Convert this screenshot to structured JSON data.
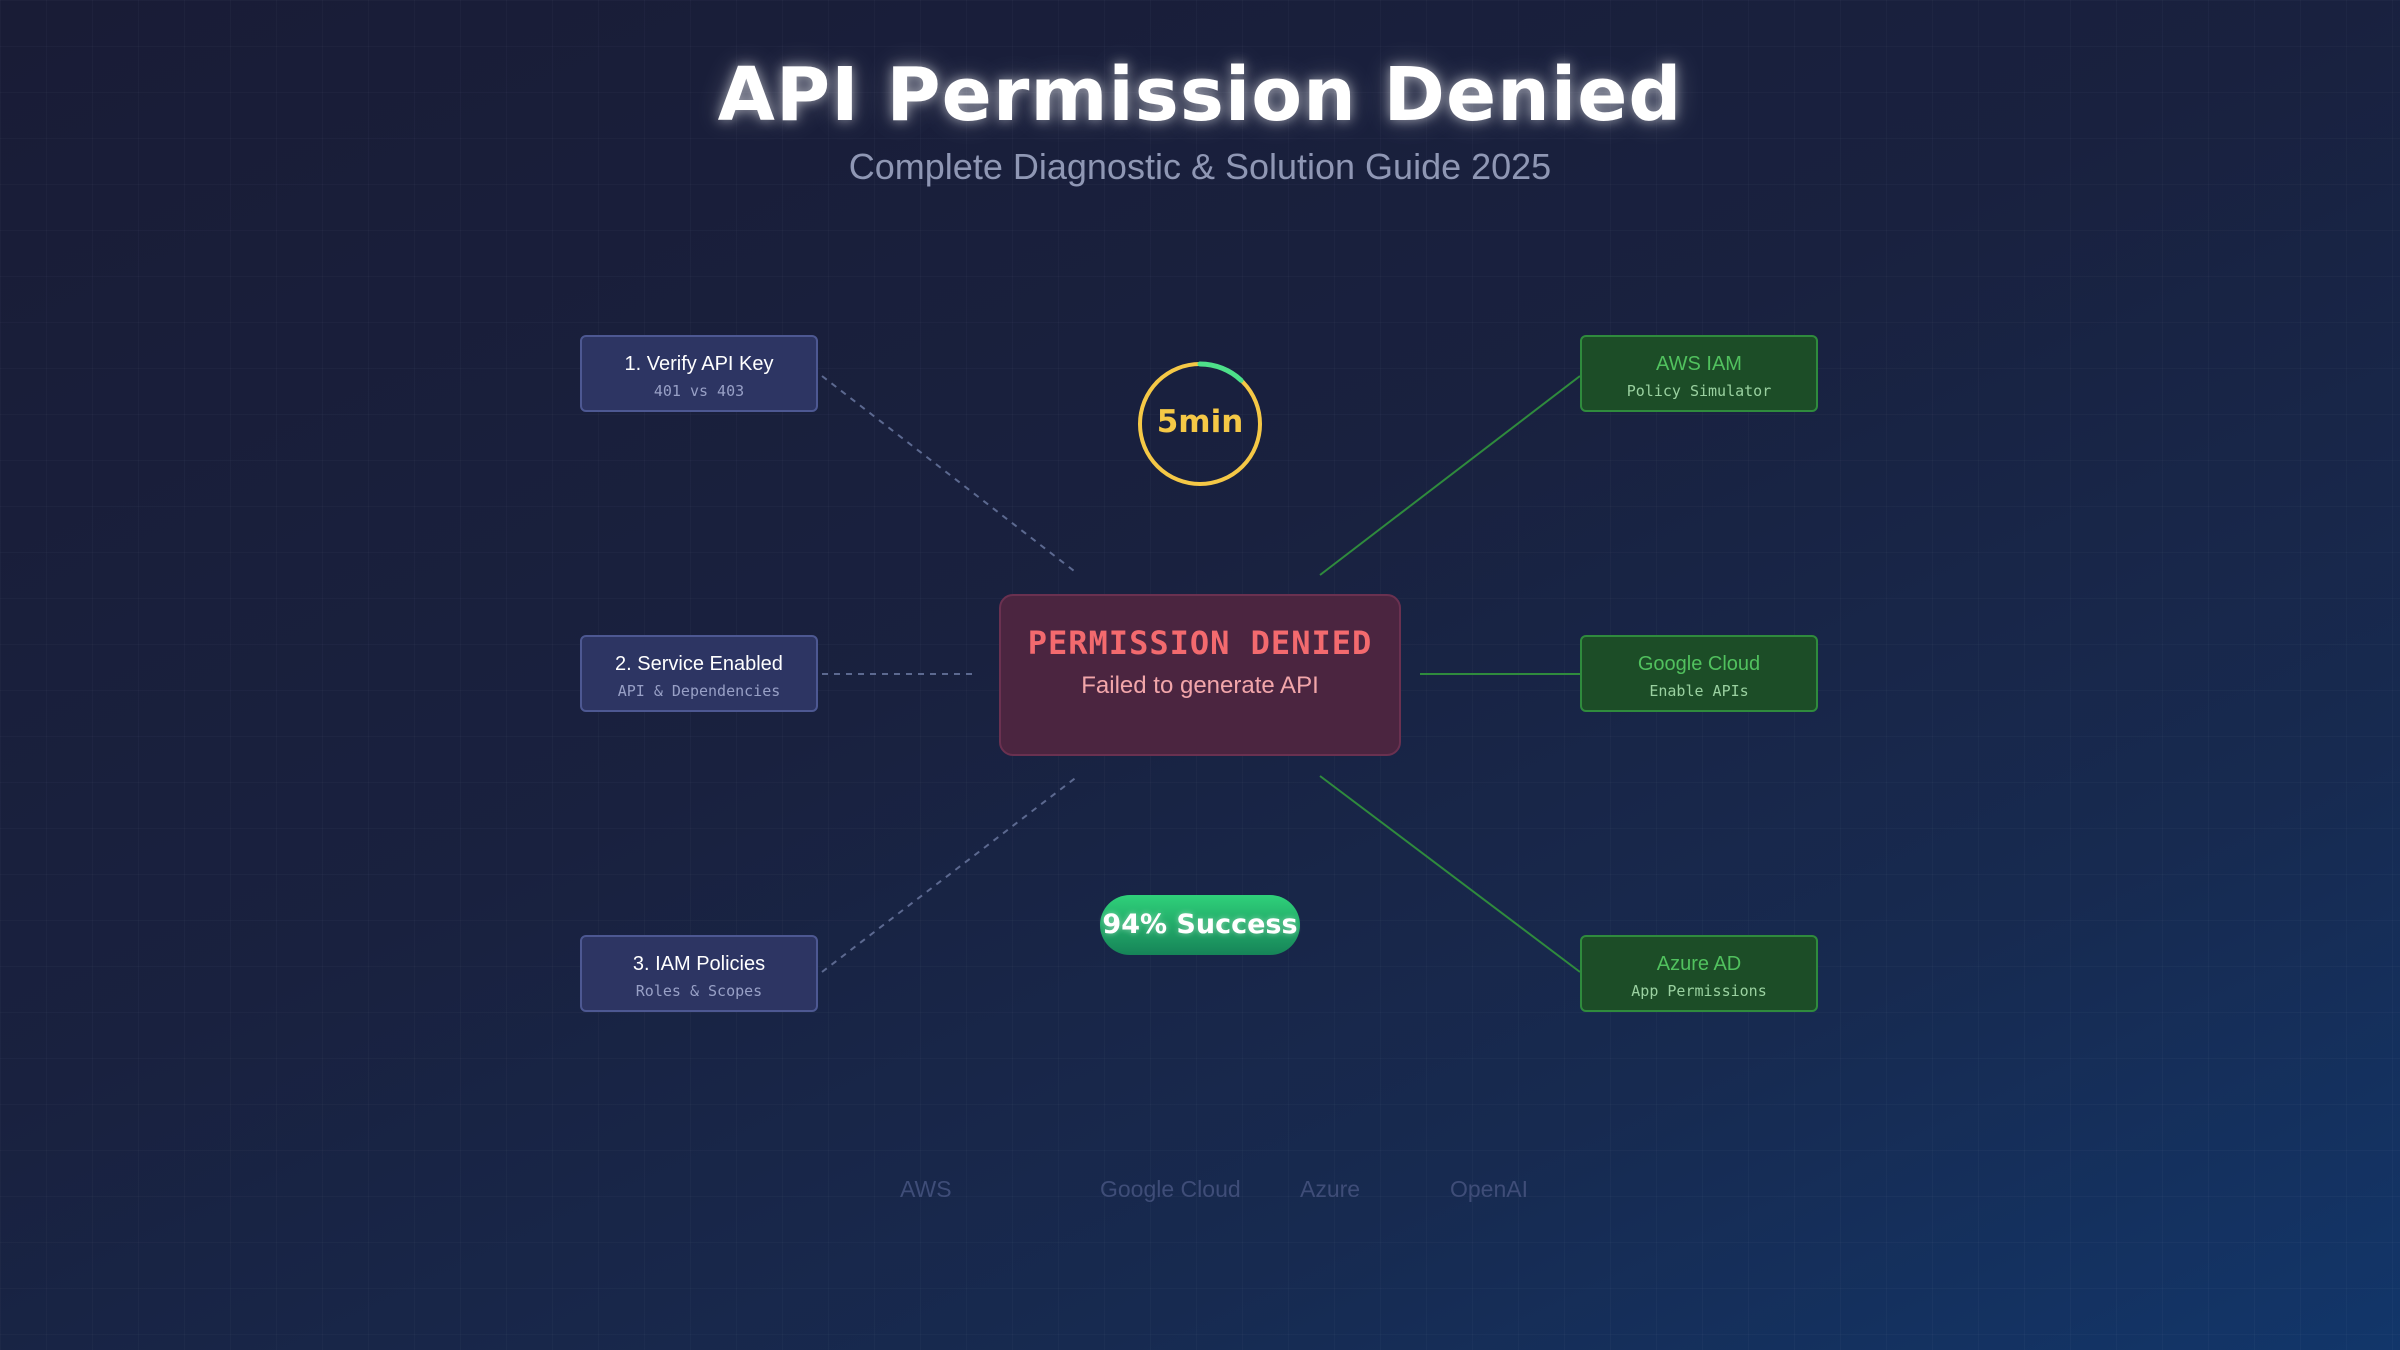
{
  "title": "API Permission Denied",
  "subtitle": "Complete Diagnostic & Solution Guide 2025",
  "center": {
    "title": "PERMISSION DENIED",
    "subtitle": "Failed to generate API"
  },
  "timer": {
    "label": "5min",
    "progress": 0.12,
    "ring_color": "#f5c846",
    "progress_color": "#4ee08a"
  },
  "steps": [
    {
      "label": "1. Verify API Key",
      "sub": "401 vs 403"
    },
    {
      "label": "2. Service Enabled",
      "sub": "API & Dependencies"
    },
    {
      "label": "3. IAM Policies",
      "sub": "Roles & Scopes"
    }
  ],
  "solutions": [
    {
      "label": "AWS IAM",
      "sub": "Policy Simulator"
    },
    {
      "label": "Google Cloud",
      "sub": "Enable APIs"
    },
    {
      "label": "Azure AD",
      "sub": "App Permissions"
    }
  ],
  "badge": {
    "label": "94% Success"
  },
  "providers": [
    "AWS",
    "Google Cloud",
    "Azure",
    "OpenAI"
  ],
  "colors": {
    "error": "#f36a6e",
    "step_border": "#4d5892",
    "solution_green": "#51c15e",
    "success_green": "#2fd17a",
    "timer_yellow": "#f5c846"
  }
}
